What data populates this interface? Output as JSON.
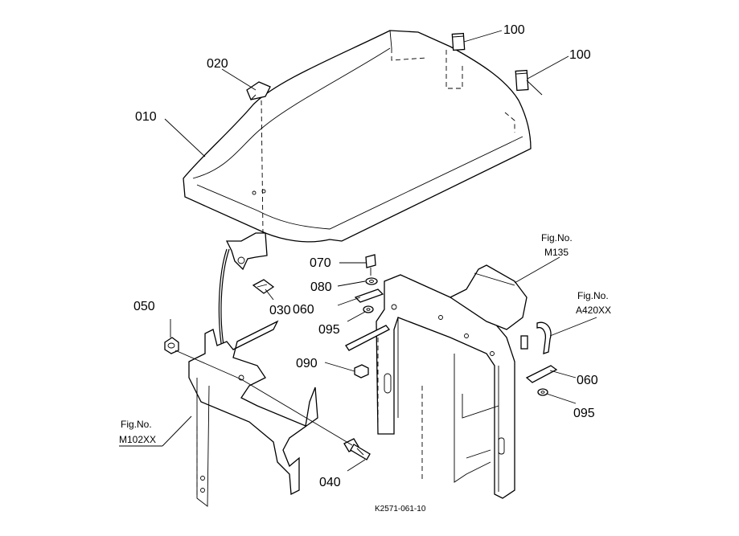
{
  "labels": {
    "p010": "010",
    "p020": "020",
    "p030": "030",
    "p040": "040",
    "p050": "050",
    "p060a": "060",
    "p060b": "060",
    "p070": "070",
    "p080": "080",
    "p090": "090",
    "p095a": "095",
    "p095b": "095",
    "p100a": "100",
    "p100b": "100"
  },
  "figrefs": {
    "m135_line1": "Fig.No.",
    "m135_line2": "M135",
    "a420_line1": "Fig.No.",
    "a420_line2": "A420XX",
    "m102_line1": "Fig.No.",
    "m102_line2": "M102XX"
  },
  "drawing_code": "K2571-061-10"
}
